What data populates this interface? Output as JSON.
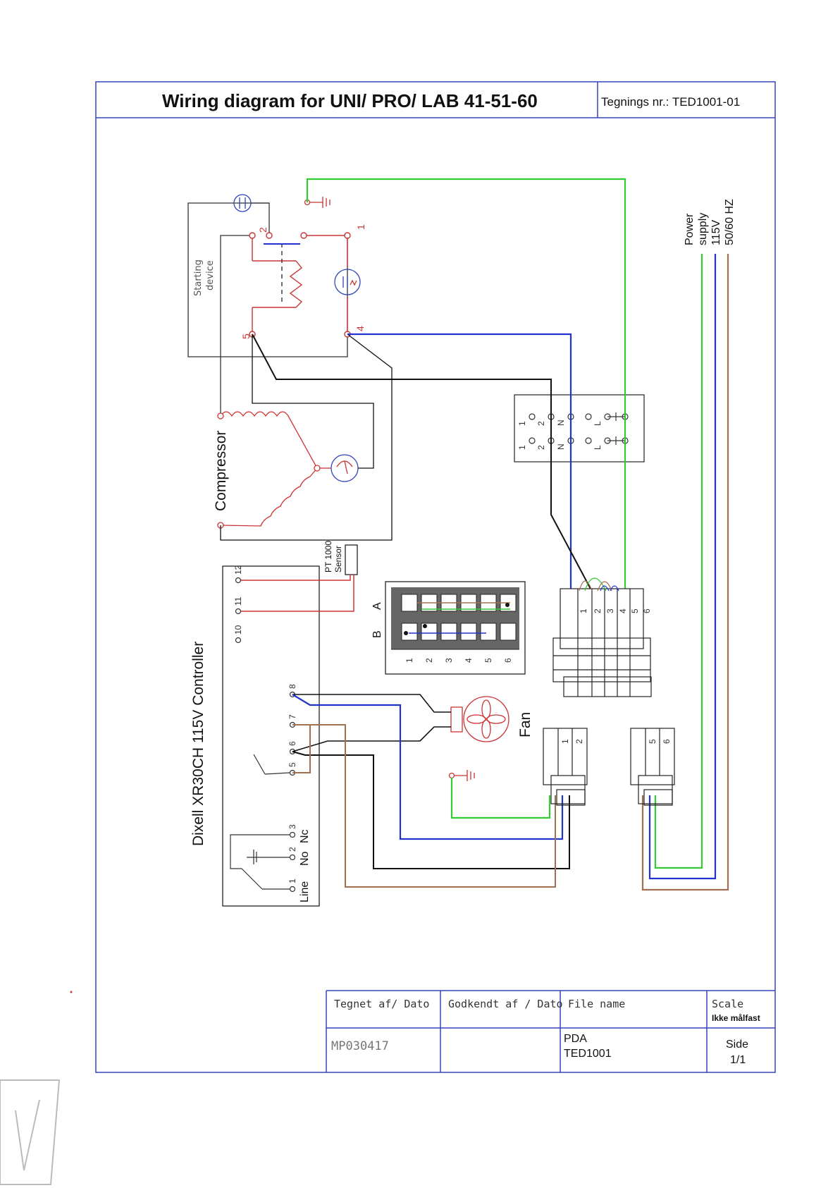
{
  "title_block": {
    "title": "Wiring diagram for UNI/ PRO/ LAB  41-51-60",
    "drawing_no": "Tegnings nr.: TED1001-01"
  },
  "footer": {
    "drawn_by_header": "Tegnet af/ Dato",
    "approved_header": "Godkendt af / Dato",
    "file_name_header": "File name",
    "scale_header": "Scale",
    "scale_value": "Ikke målfast",
    "drawn_by_value": "MP030417",
    "file_name_line1": "PDA",
    "file_name_line2": "TED1001",
    "side_label": "Side",
    "side_value": "1/1"
  },
  "labels": {
    "starting_device_line1": "Starting",
    "starting_device_line2": "device",
    "compressor": "Compressor",
    "controller": "Dixell XR30CH 115V Controller",
    "sensor_line1": "PT 1000",
    "sensor_line2": "Sensor",
    "fan": "Fan",
    "power_line1": "Power",
    "power_line2": "supply",
    "power_line3": "115V",
    "power_line4": "50/60 HZ",
    "relay_b": "B",
    "relay_a": "A",
    "ctrl_line": "Line",
    "ctrl_no": "No",
    "ctrl_nc": "Nc"
  },
  "terminals": {
    "start_1": "1",
    "start_2": "2",
    "start_4": "4",
    "start_5": "5",
    "ctrl": [
      "1",
      "2",
      "3",
      "5",
      "6",
      "7",
      "8",
      "10",
      "11",
      "12"
    ],
    "relay_cols": [
      "1",
      "2",
      "3",
      "4",
      "5",
      "6"
    ],
    "block": [
      "1",
      "2",
      "3",
      "4",
      "5",
      "6"
    ],
    "switch_pins": [
      "1",
      "1",
      "2",
      "2",
      "N",
      "N",
      "L",
      "L"
    ],
    "breaker1": [
      "1",
      "2"
    ],
    "breaker2": [
      "5",
      "6"
    ]
  },
  "colors": {
    "frame": "#3344bb",
    "green": "#33cc33",
    "blue": "#2233cc",
    "brown": "#a07050",
    "red": "#cc3333",
    "black": "#111111"
  }
}
